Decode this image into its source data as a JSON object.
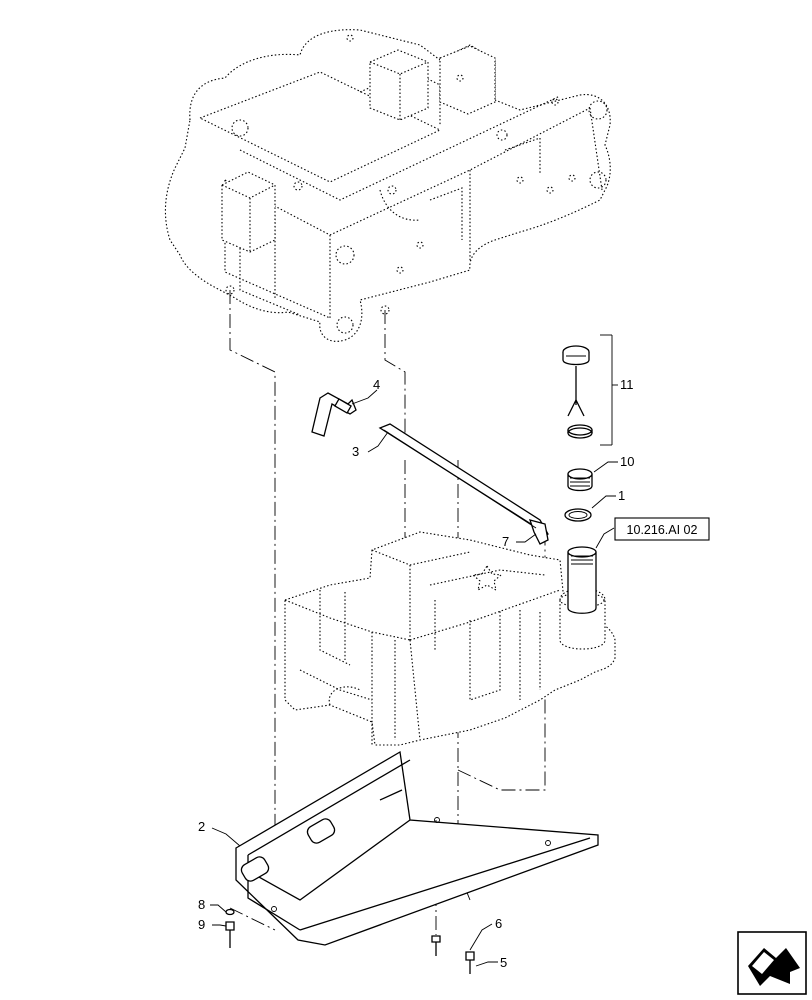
{
  "diagram": {
    "callouts": [
      "1",
      "2",
      "3",
      "4",
      "5",
      "6",
      "7",
      "8",
      "9",
      "10",
      "11"
    ],
    "reference_box": "10.216.AI 02",
    "nav_icon": "next-page-arrow-icon"
  }
}
